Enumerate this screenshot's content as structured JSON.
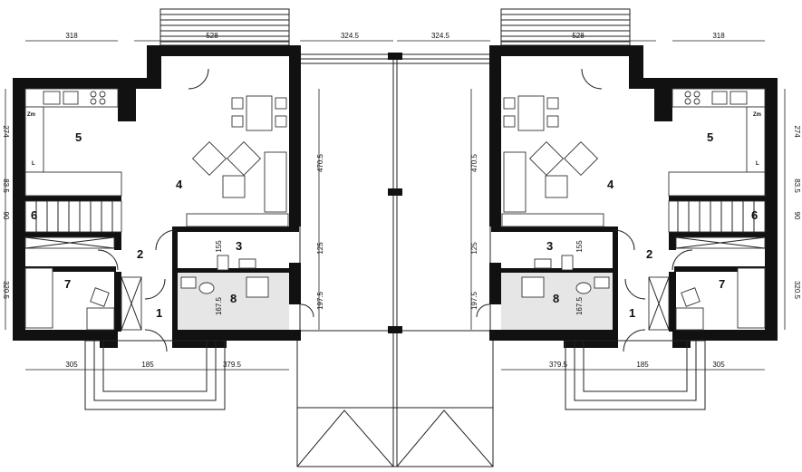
{
  "rooms": [
    {
      "id": "1",
      "label": "1"
    },
    {
      "id": "2",
      "label": "2"
    },
    {
      "id": "3",
      "label": "3"
    },
    {
      "id": "4",
      "label": "4"
    },
    {
      "id": "5",
      "label": "5"
    },
    {
      "id": "6",
      "label": "6"
    },
    {
      "id": "7",
      "label": "7"
    },
    {
      "id": "8",
      "label": "8"
    }
  ],
  "kitchen_marks": {
    "fridge": "Zm",
    "appliance": "L"
  },
  "dimensions": {
    "top": [
      "318",
      "528",
      "324.5",
      "324.5",
      "528",
      "318"
    ],
    "bottom": [
      "305",
      "185",
      "379.5",
      "379.5",
      "185",
      "305"
    ],
    "side": [
      "274",
      "83.5",
      "90",
      "320.5"
    ],
    "interior": [
      "470.5",
      "125",
      "197.5",
      "155",
      "167.5"
    ]
  }
}
